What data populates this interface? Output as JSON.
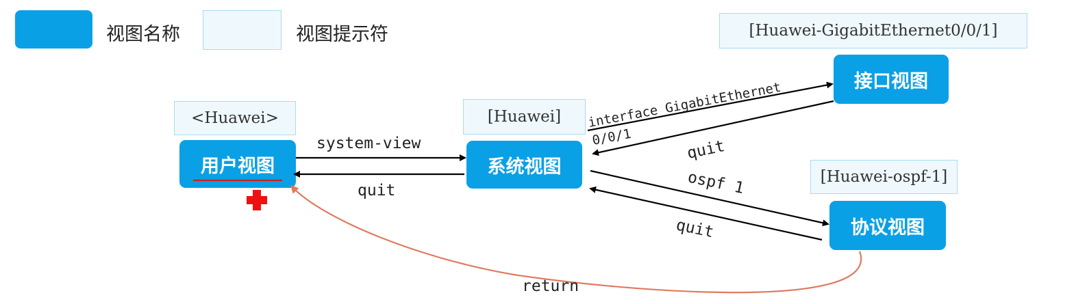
{
  "legend": {
    "view_name_label": "视图名称",
    "prompt_label": "视图提示符",
    "view_color": "#0aa0e6",
    "prompt_color": "#eef8fd"
  },
  "nodes": {
    "user_view": {
      "name": "用户视图",
      "prompt": "<Huawei>"
    },
    "system_view": {
      "name": "系统视图",
      "prompt": "[Huawei]"
    },
    "interface_view": {
      "name": "接口视图",
      "prompt": "[Huawei-GigabitEthernet0/0/1]"
    },
    "protocol_view": {
      "name": "协议视图",
      "prompt": "[Huawei-ospf-1]"
    }
  },
  "edges": {
    "system_view_cmd": "system-view",
    "quit_to_user": "quit",
    "interface_cmd_line1": "interface GigabitEthernet",
    "interface_cmd_line2": "0/0/1",
    "quit_from_interface": "quit",
    "ospf_cmd": "ospf 1",
    "quit_from_ospf": "quit",
    "return_cmd": "return"
  },
  "colors": {
    "arrow": "#000000",
    "return_arrow": "#e07a5f",
    "underline": "#cc2222",
    "marker": "#ee1111"
  }
}
